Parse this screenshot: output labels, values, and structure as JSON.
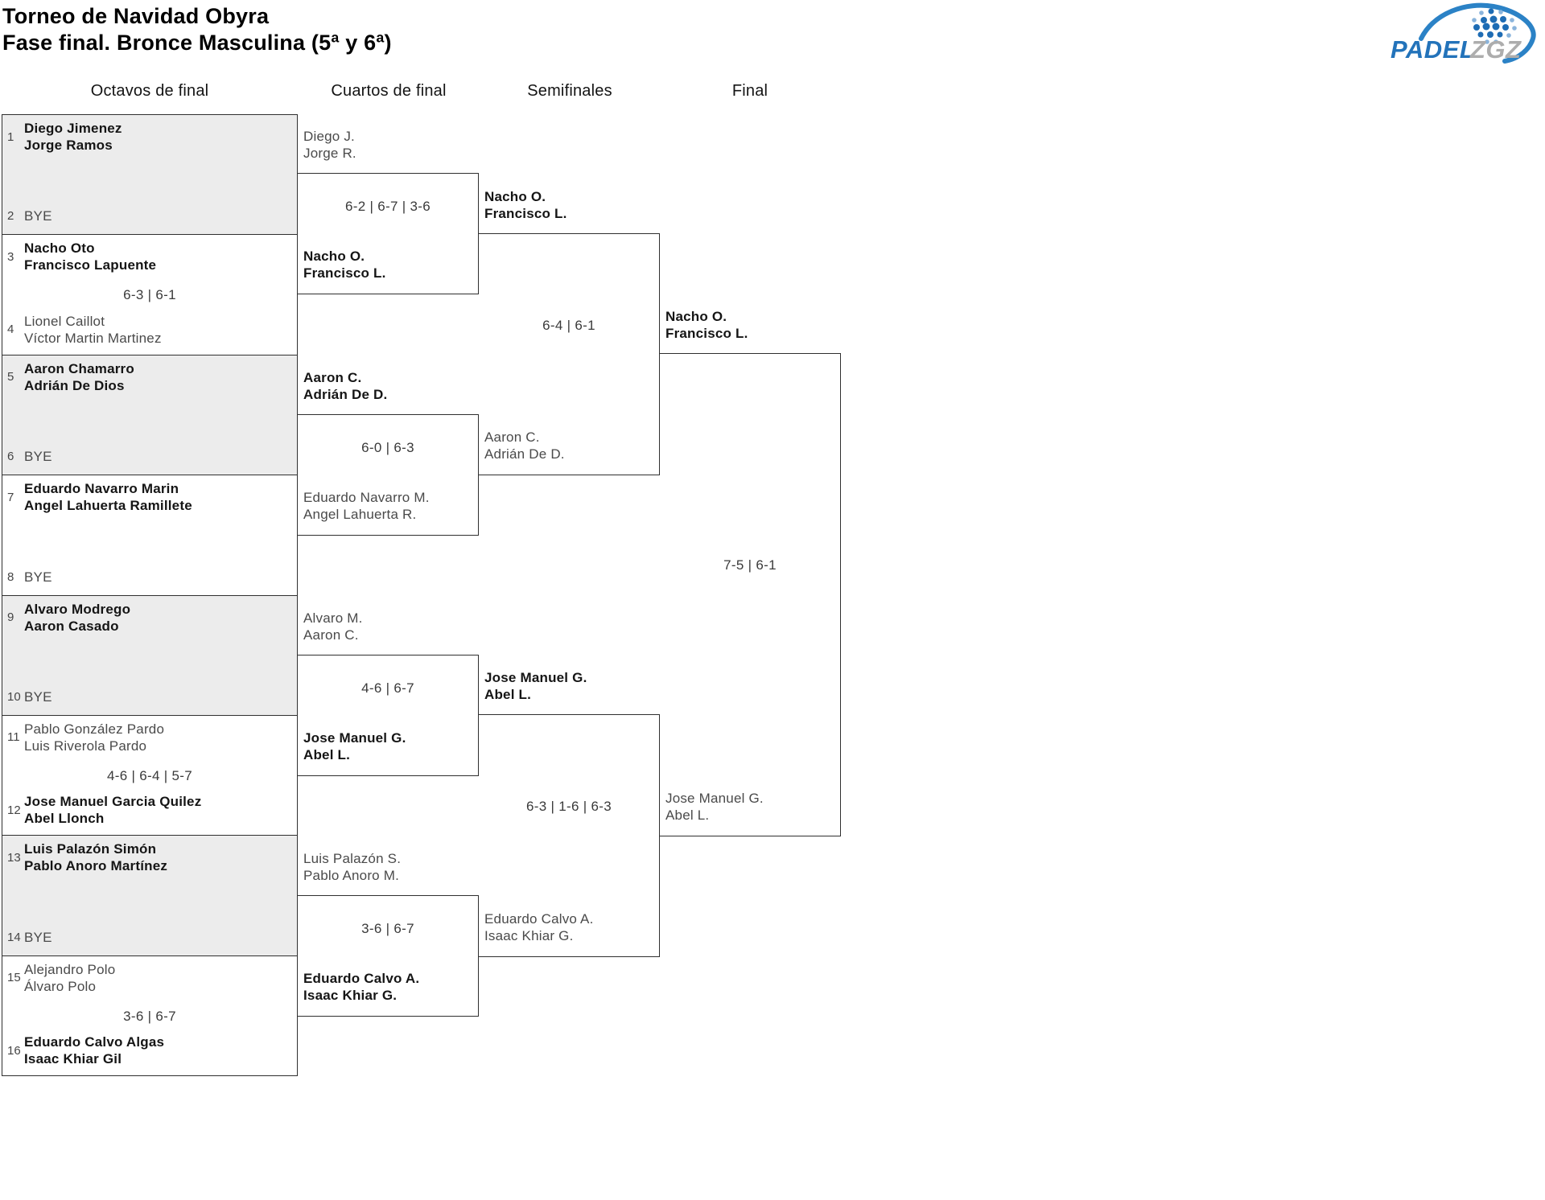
{
  "title": {
    "line1": "Torneo de Navidad Obyra",
    "line2": "Fase final. Bronce Masculina (5ª y 6ª)"
  },
  "logo": {
    "word_primary": "PADEL",
    "word_secondary": "ZGZ",
    "color_primary": "#2373ba",
    "color_secondary": "#adadad",
    "icon": "padel-racket-dots-icon"
  },
  "round_labels": [
    "Octavos de final",
    "Cuartos de final",
    "Semifinales",
    "Final"
  ],
  "colors": {
    "line": "#2f2f2f",
    "alt_row_fill": "#ececec",
    "winner_text": "#151515",
    "loser_text": "#4a4a4a"
  },
  "octavos": [
    {
      "seed_top": "1",
      "top1": "Diego Jimenez",
      "top2": "Jorge Ramos",
      "top_winner": true,
      "seed_bottom": "2",
      "bottom1": "BYE",
      "bottom2": "",
      "bottom_winner": false,
      "score": ""
    },
    {
      "seed_top": "3",
      "top1": "Nacho Oto",
      "top2": "Francisco Lapuente",
      "top_winner": true,
      "seed_bottom": "4",
      "bottom1": "Lionel Caillot",
      "bottom2": "Víctor Martin Martinez",
      "bottom_winner": false,
      "score": "6-3 | 6-1"
    },
    {
      "seed_top": "5",
      "top1": "Aaron Chamarro",
      "top2": "Adrián De Dios",
      "top_winner": true,
      "seed_bottom": "6",
      "bottom1": "BYE",
      "bottom2": "",
      "bottom_winner": false,
      "score": ""
    },
    {
      "seed_top": "7",
      "top1": "Eduardo Navarro Marin",
      "top2": "Angel Lahuerta Ramillete",
      "top_winner": true,
      "seed_bottom": "8",
      "bottom1": "BYE",
      "bottom2": "",
      "bottom_winner": false,
      "score": ""
    },
    {
      "seed_top": "9",
      "top1": "Alvaro Modrego",
      "top2": "Aaron Casado",
      "top_winner": true,
      "seed_bottom": "10",
      "bottom1": "BYE",
      "bottom2": "",
      "bottom_winner": false,
      "score": ""
    },
    {
      "seed_top": "11",
      "top1": "Pablo González Pardo",
      "top2": "Luis Riverola Pardo",
      "top_winner": false,
      "seed_bottom": "12",
      "bottom1": "Jose Manuel Garcia Quilez",
      "bottom2": "Abel Llonch",
      "bottom_winner": true,
      "score": "4-6 | 6-4 | 5-7"
    },
    {
      "seed_top": "13",
      "top1": "Luis Palazón Simón",
      "top2": "Pablo Anoro Martínez",
      "top_winner": true,
      "seed_bottom": "14",
      "bottom1": "BYE",
      "bottom2": "",
      "bottom_winner": false,
      "score": ""
    },
    {
      "seed_top": "15",
      "top1": "Alejandro Polo",
      "top2": "Álvaro Polo",
      "top_winner": false,
      "seed_bottom": "16",
      "bottom1": "Eduardo Calvo Algas",
      "bottom2": "Isaac Khiar Gil",
      "bottom_winner": true,
      "score": "3-6 | 6-7"
    }
  ],
  "cuartos": [
    {
      "top1": "Diego J.",
      "top2": "Jorge R.",
      "top_winner": false,
      "bottom1": "Nacho O.",
      "bottom2": "Francisco L.",
      "bottom_winner": true,
      "score": "6-2 | 6-7 | 3-6"
    },
    {
      "top1": "Aaron C.",
      "top2": "Adrián De D.",
      "top_winner": true,
      "bottom1": "Eduardo Navarro M.",
      "bottom2": "Angel Lahuerta R.",
      "bottom_winner": false,
      "score": "6-0 | 6-3"
    },
    {
      "top1": "Alvaro M.",
      "top2": "Aaron C.",
      "top_winner": false,
      "bottom1": "Jose Manuel G.",
      "bottom2": "Abel L.",
      "bottom_winner": true,
      "score": "4-6 | 6-7"
    },
    {
      "top1": "Luis Palazón S.",
      "top2": "Pablo Anoro M.",
      "top_winner": false,
      "bottom1": "Eduardo Calvo A.",
      "bottom2": "Isaac Khiar G.",
      "bottom_winner": true,
      "score": "3-6 | 6-7"
    }
  ],
  "semifinales": [
    {
      "top1": "Nacho O.",
      "top2": "Francisco L.",
      "top_winner": true,
      "bottom1": "Aaron C.",
      "bottom2": "Adrián De D.",
      "bottom_winner": false,
      "score": "6-4 | 6-1"
    },
    {
      "top1": "Jose Manuel G.",
      "top2": "Abel L.",
      "top_winner": true,
      "bottom1": "Eduardo Calvo A.",
      "bottom2": "Isaac Khiar G.",
      "bottom_winner": false,
      "score": "6-3 | 1-6 | 6-3"
    }
  ],
  "final": {
    "top1": "Nacho O.",
    "top2": "Francisco L.",
    "top_winner": true,
    "bottom1": "Jose Manuel G.",
    "bottom2": "Abel L.",
    "bottom_winner": false,
    "score": "7-5 | 6-1"
  }
}
